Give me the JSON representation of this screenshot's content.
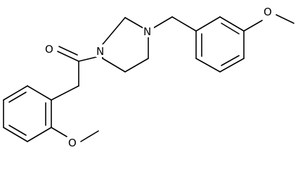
{
  "molecule": {
    "atoms": {
      "n1": "N",
      "n2": "N",
      "o_carbonyl": "O",
      "o_methoxy_top": "O",
      "o_methoxy_bottom": "O"
    }
  },
  "colors": {
    "bond": "#000000",
    "background": "#ffffff"
  }
}
